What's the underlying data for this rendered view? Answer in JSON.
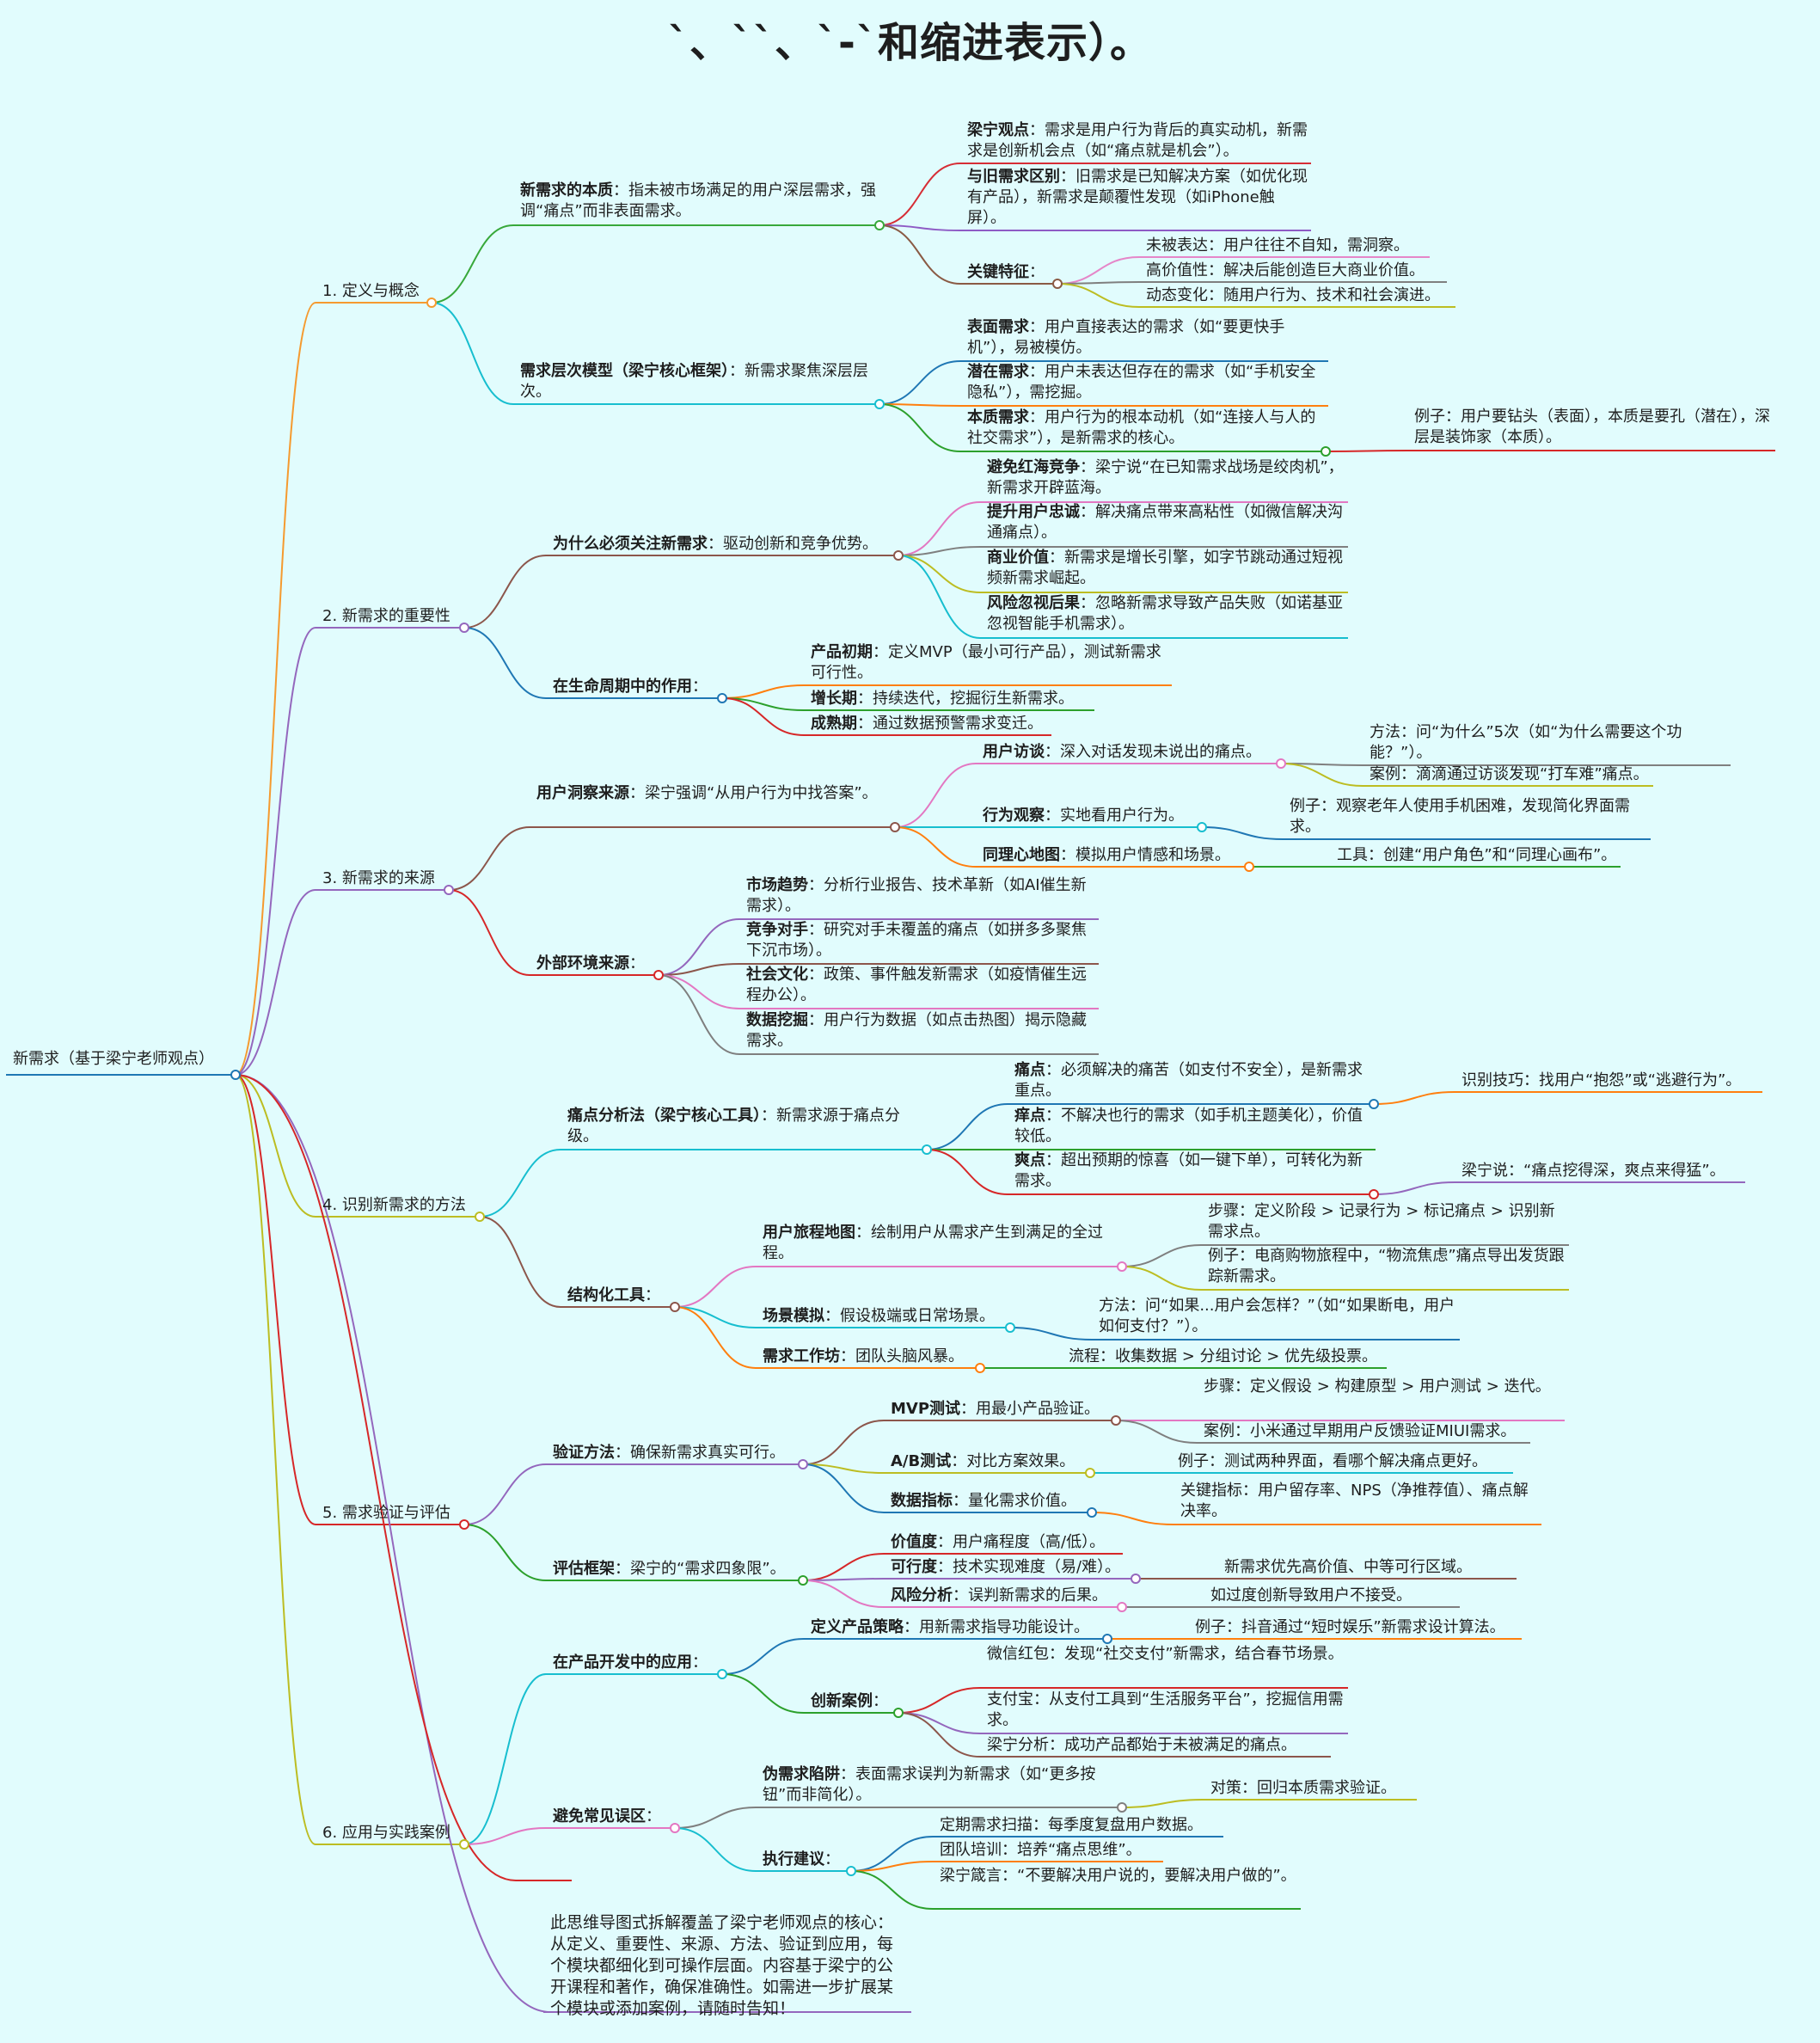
{
  "title": "`、``、`-`和缩进表示）。",
  "root": "新需求（基于梁宁老师观点）",
  "summary": "此思维导图式拆解覆盖了梁宁老师观点的核心：从定义、重要性、来源、方法、验证到应用，每个模块都细化到可操作层面。内容基于梁宁的公开课程和著作，确保准确性。如需进一步扩展某个模块或添加案例，请随时告知！",
  "nodes": [
    {
      "id": "b1",
      "parent": "root",
      "title": "1. 定义与概念",
      "text": "",
      "color": "#f59a2f"
    },
    {
      "id": "b1a",
      "parent": "b1",
      "title": "新需求的本质",
      "text": "：指未被市场满足的用户深层需求，强调“痛点”而非表面需求。",
      "color": "#38a83a"
    },
    {
      "id": "b1a1",
      "parent": "b1a",
      "title": "梁宁观点",
      "text": "：需求是用户行为背后的真实动机，新需求是创新机会点（如“痛点就是机会”）。",
      "color": "#d62d35"
    },
    {
      "id": "b1a2",
      "parent": "b1a",
      "title": "与旧需求区别",
      "text": "：旧需求是已知解决方案（如优化现有产品），新需求是颠覆性发现（如iPhone触屏）。",
      "color": "#8e5bc5"
    },
    {
      "id": "b1a3",
      "parent": "b1a",
      "title": "关键特征",
      "text": "：",
      "color": "#8a5a44"
    },
    {
      "id": "b1a3a",
      "parent": "b1a3",
      "title": "",
      "text": "未被表达：用户往往不自知，需洞察。",
      "color": "#e586c8"
    },
    {
      "id": "b1a3b",
      "parent": "b1a3",
      "title": "",
      "text": "高价值性：解决后能创造巨大商业价值。",
      "color": "#7f7f7f"
    },
    {
      "id": "b1a3c",
      "parent": "b1a3",
      "title": "",
      "text": "动态变化：随用户行为、技术和社会演进。",
      "color": "#bcbd22"
    },
    {
      "id": "b1b",
      "parent": "b1",
      "title": "需求层次模型（梁宁核心框架）",
      "text": "：新需求聚焦深层层次。",
      "color": "#17becf"
    },
    {
      "id": "b1b1",
      "parent": "b1b",
      "title": "表面需求",
      "text": "：用户直接表达的需求（如“要更快手机”），易被模仿。",
      "color": "#1f77b4"
    },
    {
      "id": "b1b2",
      "parent": "b1b",
      "title": "潜在需求",
      "text": "：用户未表达但存在的需求（如“手机安全隐私”），需挖掘。",
      "color": "#ff7f0e"
    },
    {
      "id": "b1b3",
      "parent": "b1b",
      "title": "本质需求",
      "text": "：用户行为的根本动机（如“连接人与人的社交需求”），是新需求的核心。",
      "color": "#2ca02c"
    },
    {
      "id": "b1b3a",
      "parent": "b1b3",
      "title": "",
      "text": "例子：用户要钻头（表面），本质是要孔（潜在），深层是装饰家（本质）。",
      "color": "#d62728"
    },
    {
      "id": "b2",
      "parent": "root",
      "title": "2. 新需求的重要性",
      "text": "",
      "color": "#9467bd"
    },
    {
      "id": "b2a",
      "parent": "b2",
      "title": "为什么必须关注新需求",
      "text": "：驱动创新和竞争优势。",
      "color": "#8c564b"
    },
    {
      "id": "b2a1",
      "parent": "b2a",
      "title": "避免红海竞争",
      "text": "：梁宁说“在已知需求战场是绞肉机”，新需求开辟蓝海。",
      "color": "#e377c2"
    },
    {
      "id": "b2a2",
      "parent": "b2a",
      "title": "提升用户忠诚",
      "text": "：解决痛点带来高粘性（如微信解决沟通痛点）。",
      "color": "#7f7f7f"
    },
    {
      "id": "b2a3",
      "parent": "b2a",
      "title": "商业价值",
      "text": "：新需求是增长引擎，如字节跳动通过短视频新需求崛起。",
      "color": "#bcbd22"
    },
    {
      "id": "b2a4",
      "parent": "b2a",
      "title": "风险忽视后果",
      "text": "：忽略新需求导致产品失败（如诺基亚忽视智能手机需求）。",
      "color": "#17becf"
    },
    {
      "id": "b2b",
      "parent": "b2",
      "title": "在生命周期中的作用",
      "text": "：",
      "color": "#1f77b4"
    },
    {
      "id": "b2b1",
      "parent": "b2b",
      "title": "产品初期",
      "text": "：定义MVP（最小可行产品），测试新需求可行性。",
      "color": "#ff7f0e"
    },
    {
      "id": "b2b2",
      "parent": "b2b",
      "title": "增长期",
      "text": "：持续迭代，挖掘衍生新需求。",
      "color": "#2ca02c"
    },
    {
      "id": "b2b3",
      "parent": "b2b",
      "title": "成熟期",
      "text": "：通过数据预警需求变迁。",
      "color": "#d62728"
    },
    {
      "id": "b3",
      "parent": "root",
      "title": "3. 新需求的来源",
      "text": "",
      "color": "#9467bd"
    },
    {
      "id": "b3a",
      "parent": "b3",
      "title": "用户洞察来源",
      "text": "：梁宁强调“从用户行为中找答案”。",
      "color": "#8c564b"
    },
    {
      "id": "b3a1",
      "parent": "b3a",
      "title": "用户访谈",
      "text": "：深入对话发现未说出的痛点。",
      "color": "#e377c2"
    },
    {
      "id": "b3a1a",
      "parent": "b3a1",
      "title": "",
      "text": "方法：问“为什么”5次（如“为什么需要这个功能？”）。",
      "color": "#7f7f7f"
    },
    {
      "id": "b3a1b",
      "parent": "b3a1",
      "title": "",
      "text": "案例：滴滴通过访谈发现“打车难”痛点。",
      "color": "#bcbd22"
    },
    {
      "id": "b3a2",
      "parent": "b3a",
      "title": "行为观察",
      "text": "：实地看用户行为。",
      "color": "#17becf"
    },
    {
      "id": "b3a2a",
      "parent": "b3a2",
      "title": "",
      "text": "例子：观察老年人使用手机困难，发现简化界面需求。",
      "color": "#1f77b4"
    },
    {
      "id": "b3a3",
      "parent": "b3a",
      "title": "同理心地图",
      "text": "：模拟用户情感和场景。",
      "color": "#ff7f0e"
    },
    {
      "id": "b3a3a",
      "parent": "b3a3",
      "title": "",
      "text": "工具：创建“用户角色”和“同理心画布”。",
      "color": "#2ca02c"
    },
    {
      "id": "b3b",
      "parent": "b3",
      "title": "外部环境来源",
      "text": "：",
      "color": "#d62728"
    },
    {
      "id": "b3b1",
      "parent": "b3b",
      "title": "市场趋势",
      "text": "：分析行业报告、技术革新（如AI催生新需求）。",
      "color": "#9467bd"
    },
    {
      "id": "b3b2",
      "parent": "b3b",
      "title": "竞争对手",
      "text": "：研究对手未覆盖的痛点（如拼多多聚焦下沉市场）。",
      "color": "#8c564b"
    },
    {
      "id": "b3b3",
      "parent": "b3b",
      "title": "社会文化",
      "text": "：政策、事件触发新需求（如疫情催生远程办公）。",
      "color": "#e377c2"
    },
    {
      "id": "b3b4",
      "parent": "b3b",
      "title": "数据挖掘",
      "text": "：用户行为数据（如点击热图）揭示隐藏需求。",
      "color": "#7f7f7f"
    },
    {
      "id": "b4",
      "parent": "root",
      "title": "4. 识别新需求的方法",
      "text": "",
      "color": "#bcbd22"
    },
    {
      "id": "b4a",
      "parent": "b4",
      "title": "痛点分析法（梁宁核心工具）",
      "text": "：新需求源于痛点分级。",
      "color": "#17becf"
    },
    {
      "id": "b4a1",
      "parent": "b4a",
      "title": "痛点",
      "text": "：必须解决的痛苦（如支付不安全），是新需求重点。",
      "color": "#1f77b4"
    },
    {
      "id": "b4a1a",
      "parent": "b4a1",
      "title": "",
      "text": "识别技巧：找用户“抱怨”或“逃避行为”。",
      "color": "#ff7f0e"
    },
    {
      "id": "b4a2",
      "parent": "b4a",
      "title": "痒点",
      "text": "：不解决也行的需求（如手机主题美化），价值较低。",
      "color": "#2ca02c"
    },
    {
      "id": "b4a3",
      "parent": "b4a",
      "title": "爽点",
      "text": "：超出预期的惊喜（如一键下单），可转化为新需求。",
      "color": "#d62728"
    },
    {
      "id": "b4a3a",
      "parent": "b4a3",
      "title": "",
      "text": "梁宁说：“痛点挖得深，爽点来得猛”。",
      "color": "#9467bd"
    },
    {
      "id": "b4b",
      "parent": "b4",
      "title": "结构化工具",
      "text": "：",
      "color": "#8c564b"
    },
    {
      "id": "b4b1",
      "parent": "b4b",
      "title": "用户旅程地图",
      "text": "：绘制用户从需求产生到满足的全过程。",
      "color": "#e377c2"
    },
    {
      "id": "b4b1a",
      "parent": "b4b1",
      "title": "",
      "text": "步骤：定义阶段 > 记录行为 > 标记痛点 > 识别新需求点。",
      "color": "#7f7f7f"
    },
    {
      "id": "b4b1b",
      "parent": "b4b1",
      "title": "",
      "text": "例子：电商购物旅程中，“物流焦虑”痛点导出发货跟踪新需求。",
      "color": "#bcbd22"
    },
    {
      "id": "b4b2",
      "parent": "b4b",
      "title": "场景模拟",
      "text": "：假设极端或日常场景。",
      "color": "#17becf"
    },
    {
      "id": "b4b2a",
      "parent": "b4b2",
      "title": "",
      "text": "方法：问“如果...用户会怎样？”（如“如果断电，用户如何支付？”）。",
      "color": "#1f77b4"
    },
    {
      "id": "b4b3",
      "parent": "b4b",
      "title": "需求工作坊",
      "text": "：团队头脑风暴。",
      "color": "#ff7f0e"
    },
    {
      "id": "b4b3a",
      "parent": "b4b3",
      "title": "",
      "text": "流程：收集数据 > 分组讨论 > 优先级投票。",
      "color": "#2ca02c"
    },
    {
      "id": "b5",
      "parent": "root",
      "title": "5. 需求验证与评估",
      "text": "",
      "color": "#d62728"
    },
    {
      "id": "b5a",
      "parent": "b5",
      "title": "验证方法",
      "text": "：确保新需求真实可行。",
      "color": "#9467bd"
    },
    {
      "id": "b5a1",
      "parent": "b5a",
      "title": "MVP测试",
      "text": "：用最小产品验证。",
      "color": "#8c564b"
    },
    {
      "id": "b5a1a",
      "parent": "b5a1",
      "title": "",
      "text": "步骤：定义假设 > 构建原型 > 用户测试 > 迭代。",
      "color": "#e377c2"
    },
    {
      "id": "b5a1b",
      "parent": "b5a1",
      "title": "",
      "text": "案例：小米通过早期用户反馈验证MIUI需求。",
      "color": "#7f7f7f"
    },
    {
      "id": "b5a2",
      "parent": "b5a",
      "title": "A/B测试",
      "text": "：对比方案效果。",
      "color": "#bcbd22"
    },
    {
      "id": "b5a2a",
      "parent": "b5a2",
      "title": "",
      "text": "例子：测试两种界面，看哪个解决痛点更好。",
      "color": "#17becf"
    },
    {
      "id": "b5a3",
      "parent": "b5a",
      "title": "数据指标",
      "text": "：量化需求价值。",
      "color": "#1f77b4"
    },
    {
      "id": "b5a3a",
      "parent": "b5a3",
      "title": "",
      "text": "关键指标：用户留存率、NPS（净推荐值）、痛点解决率。",
      "color": "#ff7f0e"
    },
    {
      "id": "b5b",
      "parent": "b5",
      "title": "评估框架",
      "text": "：梁宁的“需求四象限”。",
      "color": "#2ca02c"
    },
    {
      "id": "b5b1",
      "parent": "b5b",
      "title": "价值度",
      "text": "：用户痛程度（高/低）。",
      "color": "#d62728"
    },
    {
      "id": "b5b2",
      "parent": "b5b",
      "title": "可行度",
      "text": "：技术实现难度（易/难）。",
      "color": "#9467bd"
    },
    {
      "id": "b5b2a",
      "parent": "b5b2",
      "title": "",
      "text": "新需求优先高价值、中等可行区域。",
      "color": "#8c564b"
    },
    {
      "id": "b5b3",
      "parent": "b5b",
      "title": "风险分析",
      "text": "：误判新需求的后果。",
      "color": "#e377c2"
    },
    {
      "id": "b5b3a",
      "parent": "b5b3",
      "title": "",
      "text": "如过度创新导致用户不接受。",
      "color": "#7f7f7f"
    },
    {
      "id": "b6",
      "parent": "root",
      "title": "6. 应用与实践案例",
      "text": "",
      "color": "#bcbd22"
    },
    {
      "id": "b6a",
      "parent": "b6",
      "title": "在产品开发中的应用",
      "text": "：",
      "color": "#17becf"
    },
    {
      "id": "b6a1",
      "parent": "b6a",
      "title": "定义产品策略",
      "text": "：用新需求指导功能设计。",
      "color": "#1f77b4"
    },
    {
      "id": "b6a1a",
      "parent": "b6a1",
      "title": "",
      "text": "例子：抖音通过“短时娱乐”新需求设计算法。",
      "color": "#ff7f0e"
    },
    {
      "id": "b6a2",
      "parent": "b6a",
      "title": "创新案例",
      "text": "：",
      "color": "#2ca02c"
    },
    {
      "id": "b6a2a",
      "parent": "b6a2",
      "title": "",
      "text": "微信红包：发现“社交支付”新需求，结合春节场景。",
      "color": "#d62728"
    },
    {
      "id": "b6a2b",
      "parent": "b6a2",
      "title": "",
      "text": "支付宝：从支付工具到“生活服务平台”，挖掘信用需求。",
      "color": "#9467bd"
    },
    {
      "id": "b6a2c",
      "parent": "b6a2",
      "title": "",
      "text": "梁宁分析：成功产品都始于未被满足的痛点。",
      "color": "#8c564b"
    },
    {
      "id": "b6b",
      "parent": "b6",
      "title": "避免常见误区",
      "text": "：",
      "color": "#e377c2"
    },
    {
      "id": "b6b1",
      "parent": "b6b",
      "title": "伪需求陷阱",
      "text": "：表面需求误判为新需求（如“更多按钮”而非简化）。",
      "color": "#7f7f7f"
    },
    {
      "id": "b6b1a",
      "parent": "b6b1",
      "title": "",
      "text": "对策：回归本质需求验证。",
      "color": "#bcbd22"
    },
    {
      "id": "b6b2",
      "parent": "b6b",
      "title": "执行建议",
      "text": "：",
      "color": "#17becf"
    },
    {
      "id": "b6b2a",
      "parent": "b6b2",
      "title": "",
      "text": "定期需求扫描：每季度复盘用户数据。",
      "color": "#1f77b4"
    },
    {
      "id": "b6b2b",
      "parent": "b6b2",
      "title": "",
      "text": "团队培训：培养“痛点思维”。",
      "color": "#ff7f0e"
    },
    {
      "id": "b6b2c",
      "parent": "b6b2",
      "title": "",
      "text": "梁宁箴言：“不要解决用户说的，要解决用户做的”。",
      "color": "#2ca02c"
    }
  ]
}
